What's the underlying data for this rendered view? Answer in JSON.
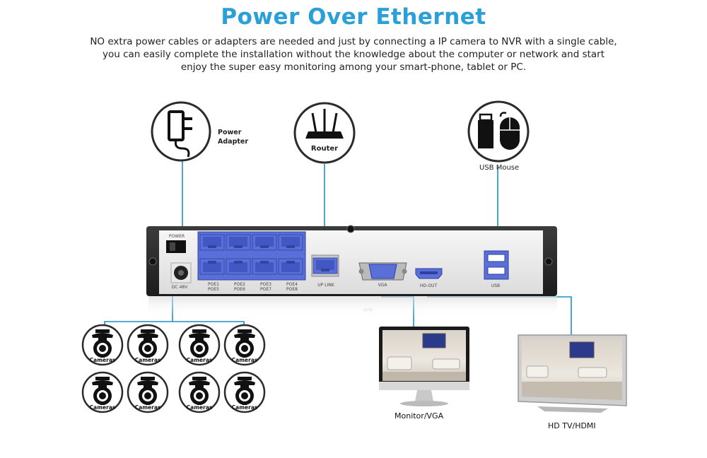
{
  "title": "Power Over Ethernet",
  "description": [
    "NO extra power cables or adapters are needed and just by connecting a IP camera to NVR with a single cable,",
    "you can easily complete the installation without the knowledge about the computer or network and start",
    "enjoy the super easy monitoring among your smart-phone, tablet or PC."
  ],
  "devices": {
    "power_adapter": "Power\nAdapter",
    "router": "Router",
    "usb_mouse": "USB Mouse",
    "monitor": "Monitor/VGA",
    "hdtv": "HD TV/HDMI",
    "camera": "Cameras"
  },
  "nvr_panel": {
    "power": "POWER",
    "dc": "DC 48V",
    "poe_labels": [
      "POE1\nPOE5",
      "POE2\nPOE6",
      "POE3\nPOE7",
      "POE4\nPOE8"
    ],
    "uplink": "UP LINK",
    "vga": "VGA",
    "hdout": "HD-OUT",
    "usb": "USB"
  },
  "colors": {
    "accent": "#2a9fd8",
    "line": "#1e8fc4",
    "port_blue": "#5b6fd8"
  }
}
